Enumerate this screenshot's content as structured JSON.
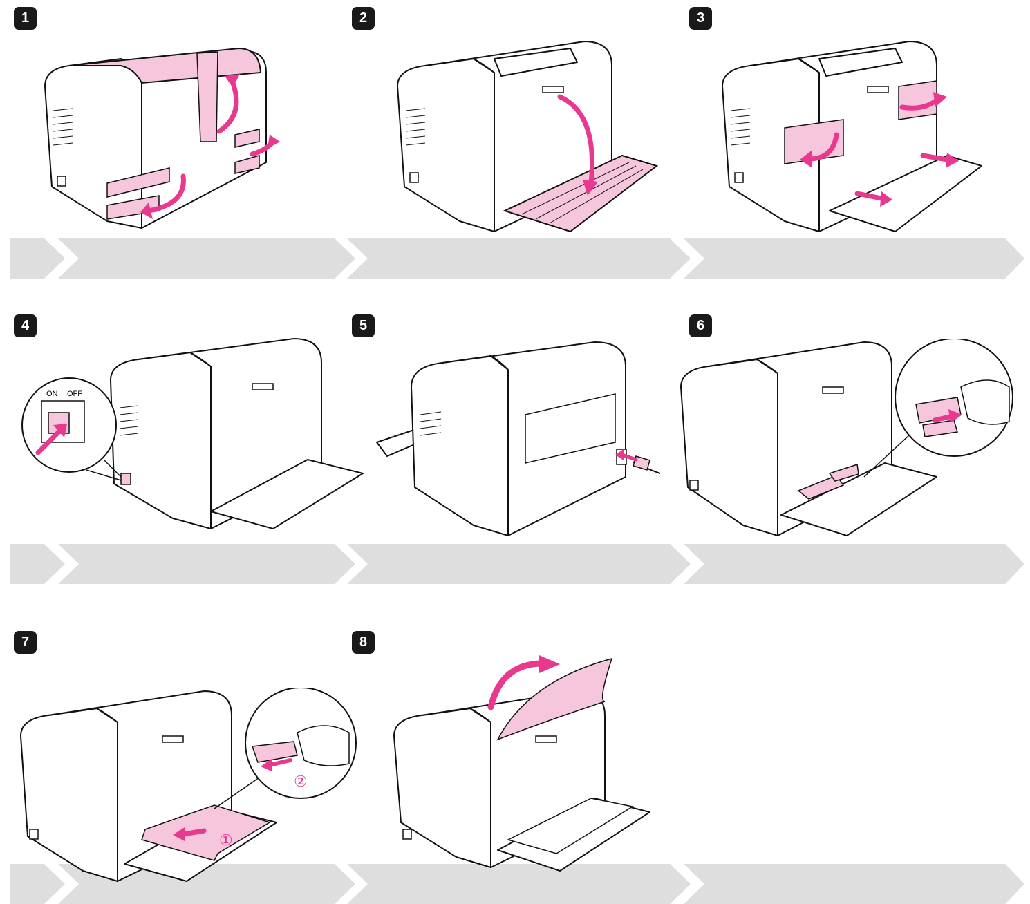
{
  "steps": [
    {
      "number": "1"
    },
    {
      "number": "2"
    },
    {
      "number": "3"
    },
    {
      "number": "4"
    },
    {
      "number": "5"
    },
    {
      "number": "6"
    },
    {
      "number": "7"
    },
    {
      "number": "8"
    }
  ],
  "step4": {
    "switch_on": "ON",
    "switch_off": "OFF"
  },
  "step7": {
    "callout_1": "①",
    "callout_2": "②"
  },
  "colors": {
    "accent": "#e8398e",
    "accent_fill": "#f6c6dc",
    "band": "#dedede",
    "badge": "#1a1a1a"
  }
}
